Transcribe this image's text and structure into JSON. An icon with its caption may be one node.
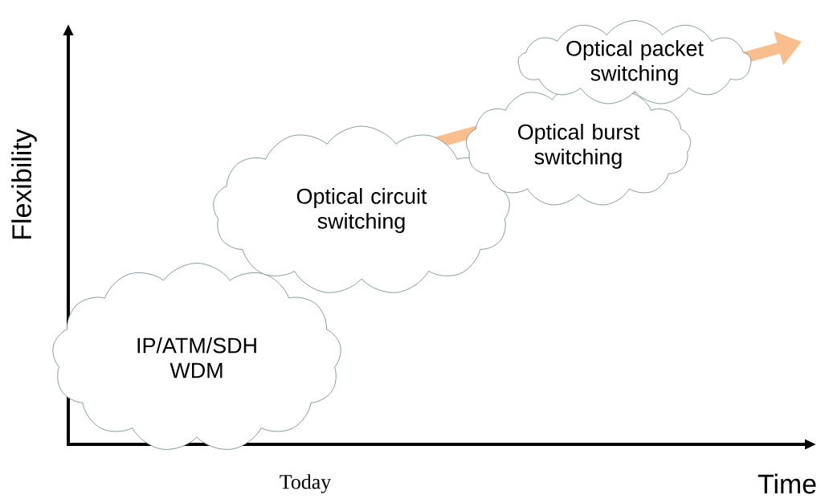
{
  "diagram": {
    "nodes": [
      {
        "text": [
          "IP/ATM/SDH WDM"
        ]
      },
      {
        "text": [
          "Optical circuit switching"
        ]
      },
      {
        "text": [
          "Optical burst switching"
        ]
      },
      {
        "text": [
          "Optical packet switching"
        ]
      }
    ],
    "labels": [
      "Flexibility",
      "Today",
      "Time"
    ]
  }
}
